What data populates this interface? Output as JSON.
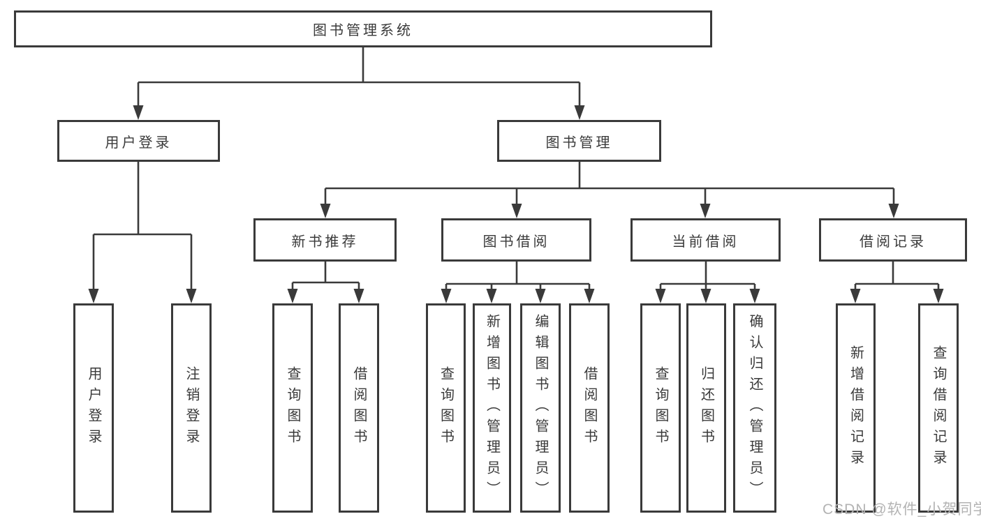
{
  "diagram": {
    "title_node": "root",
    "nodes": {
      "root": {
        "label": "图书管理系统"
      },
      "user_login": {
        "label": "用户登录"
      },
      "book_mgmt": {
        "label": "图书管理"
      },
      "new_book_rec": {
        "label": "新书推荐"
      },
      "book_borrow": {
        "label": "图书借阅"
      },
      "current_borrow": {
        "label": "当前借阅"
      },
      "borrow_record": {
        "label": "借阅记录"
      },
      "leaf_user_login": {
        "label": "用户登录"
      },
      "leaf_logout": {
        "label": "注销登录"
      },
      "leaf_query_book_1": {
        "label": "查询图书"
      },
      "leaf_borrow_book_1": {
        "label": "借阅图书"
      },
      "leaf_query_book_2": {
        "label": "查询图书"
      },
      "leaf_add_book": {
        "label": "新增图书（管理员）"
      },
      "leaf_edit_book": {
        "label": "编辑图书（管理员）"
      },
      "leaf_borrow_book_2": {
        "label": "借阅图书"
      },
      "leaf_query_book_3": {
        "label": "查询图书"
      },
      "leaf_return_book": {
        "label": "归还图书"
      },
      "leaf_confirm_return": {
        "label": "确认归还（管理员）"
      },
      "leaf_add_record": {
        "label": "新增借阅记录"
      },
      "leaf_query_record": {
        "label": "查询借阅记录"
      }
    },
    "edges": [
      [
        "root",
        "user_login"
      ],
      [
        "root",
        "book_mgmt"
      ],
      [
        "user_login",
        "leaf_user_login"
      ],
      [
        "user_login",
        "leaf_logout"
      ],
      [
        "book_mgmt",
        "new_book_rec"
      ],
      [
        "book_mgmt",
        "book_borrow"
      ],
      [
        "book_mgmt",
        "current_borrow"
      ],
      [
        "book_mgmt",
        "borrow_record"
      ],
      [
        "new_book_rec",
        "leaf_query_book_1"
      ],
      [
        "new_book_rec",
        "leaf_borrow_book_1"
      ],
      [
        "book_borrow",
        "leaf_query_book_2"
      ],
      [
        "book_borrow",
        "leaf_add_book"
      ],
      [
        "book_borrow",
        "leaf_edit_book"
      ],
      [
        "book_borrow",
        "leaf_borrow_book_2"
      ],
      [
        "current_borrow",
        "leaf_query_book_3"
      ],
      [
        "current_borrow",
        "leaf_return_book"
      ],
      [
        "current_borrow",
        "leaf_confirm_return"
      ],
      [
        "borrow_record",
        "leaf_add_record"
      ],
      [
        "borrow_record",
        "leaf_query_record"
      ]
    ],
    "watermark": "CSDN @软件_小贺同学",
    "colors": {
      "line": "#3a3a3a",
      "box_border": "#3a3a3a",
      "text": "#3a3a3a",
      "watermark": "#b3b3b3",
      "background": "#ffffff"
    }
  }
}
